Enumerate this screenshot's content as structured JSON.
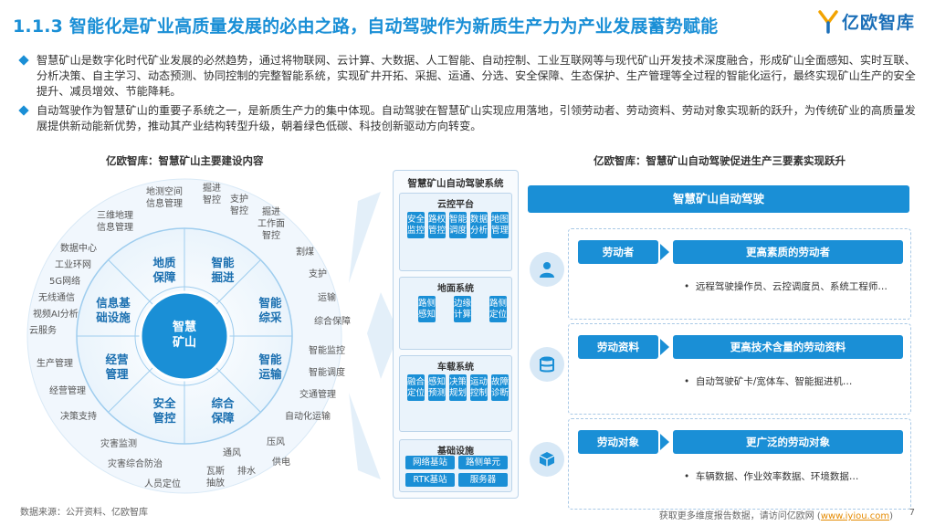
{
  "header": {
    "title": "1.1.3 智能化是矿业高质量发展的必由之路，自动驾驶作为新质生产力为产业发展蓄势赋能",
    "logo_text": "亿欧智库",
    "brand_color": "#1a8fd6"
  },
  "bullets": [
    "智慧矿山是数字化时代矿业发展的必然趋势，通过将物联网、云计算、大数据、人工智能、自动控制、工业互联网等与现代矿山开发技术深度融合，形成矿山全面感知、实时互联、分析决策、自主学习、动态预测、协同控制的完整智能系统，实现矿井开拓、采掘、运通、分选、安全保障、生态保护、生产管理等全过程的智能化运行，最终实现矿山生产的安全提升、减员增效、节能降耗。",
    "自动驾驶作为智慧矿山的重要子系统之一，是新质生产力的集中体现。自动驾驶在智慧矿山实现应用落地，引领劳动者、劳动资料、劳动对象实现新的跃升，为传统矿业的高质量发展提供新动能新优势，推动其产业结构转型升级，朝着绿色低碳、科技创新驱动方向转变。"
  ],
  "left_section": {
    "title": "亿欧智库：智慧矿山主要建设内容",
    "center": "智慧\n矿山",
    "categories": [
      "地质\n保障",
      "智能\n掘进",
      "智能\n综采",
      "智能\n运输",
      "综合\n保障",
      "安全\n管控",
      "经营\n管理",
      "信息基\n础设施"
    ],
    "outer_labels": {
      "dizhi": [
        "地测空间\n信息管理",
        "三维地理\n信息管理"
      ],
      "juejin": [
        "掘进\n智控",
        "支护\n智控",
        "掘进\n工作面\n智控"
      ],
      "zongcai": [
        "割煤",
        "支护",
        "运输",
        "综合保障"
      ],
      "yunshu": [
        "智能监控",
        "智能调度",
        "交通管理",
        "自动化运输"
      ],
      "baozhang": [
        "压风",
        "供电",
        "通风",
        "排水",
        "瓦斯\n抽放"
      ],
      "anquan": [
        "灾害监测",
        "灾害综合防治",
        "人员定位"
      ],
      "jingying": [
        "生产管理",
        "经营管理",
        "决策支持"
      ],
      "xinxi": [
        "数据中心",
        "工业环网",
        "5G网络",
        "无线通信",
        "视频AI分析",
        "云服务"
      ]
    }
  },
  "middle_section": {
    "title": "智慧矿山自动驾驶系统",
    "cloud": {
      "title": "云控平台",
      "items": [
        "安全监控",
        "路权管控",
        "智能调度",
        "数据分析",
        "地图管理"
      ]
    },
    "ground": {
      "title": "地面系统",
      "items": [
        "路侧感知",
        "边缘计算",
        "路侧定位"
      ]
    },
    "vehicle": {
      "title": "车载系统",
      "items": [
        "融合定位",
        "感知预测",
        "决策规划",
        "运动控制",
        "故障诊断"
      ]
    },
    "infra": {
      "title": "基础设施",
      "items": [
        "网络基站",
        "路侧单元",
        "RTK基站",
        "服务器"
      ]
    }
  },
  "right_section": {
    "title": "亿欧智库：智慧矿山自动驾驶促进生产三要素实现跃升",
    "head": "智慧矿山自动驾驶",
    "rows": [
      {
        "icon": "person-icon",
        "left": "劳动者",
        "right": "更高素质的劳动者",
        "note": "远程驾驶操作员、云控调度员、系统工程师…"
      },
      {
        "icon": "database-icon",
        "left": "劳动资料",
        "right": "更高技术含量的劳动资料",
        "note": "自动驾驶矿卡/宽体车、智能掘进机…"
      },
      {
        "icon": "cube-icon",
        "left": "劳动对象",
        "right": "更广泛的劳动对象",
        "note": "车辆数据、作业效率数据、环境数据…"
      }
    ]
  },
  "footer": {
    "source": "数据来源：公开资料、亿欧智库",
    "more_prefix": "获取更多维度报告数据，请访问亿欧网 (",
    "more_link": "www.iyiou.com",
    "more_suffix": ")",
    "page": "7"
  }
}
